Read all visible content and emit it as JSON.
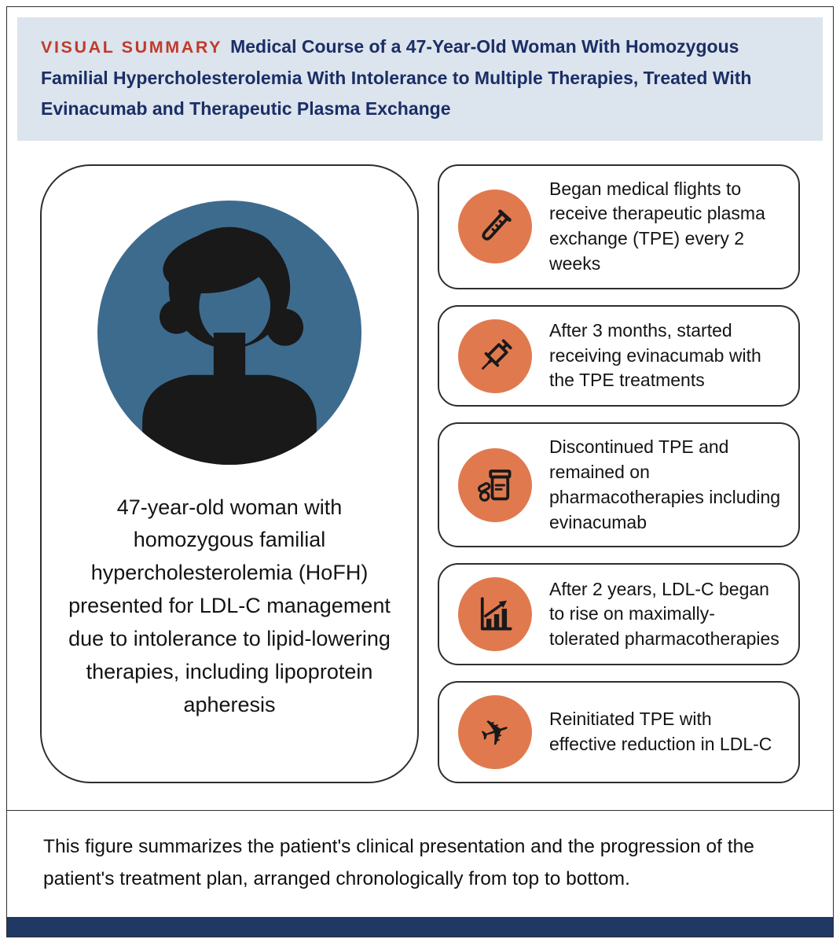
{
  "header": {
    "kicker": "VISUAL SUMMARY",
    "title": "Medical Course of a 47-Year-Old Woman With Homozygous Familial Hypercholesterolemia With Intolerance to Multiple Therapies, Treated With Evinacumab and Therapeutic Plasma Exchange"
  },
  "patient": {
    "description": "47-year-old woman with homozygous familial hypercholesterolemia (HoFH) presented for LDL-C management due to intolerance to lipid-lowering therapies, including lipoprotein apheresis"
  },
  "timeline": [
    {
      "icon": "test-tube-icon",
      "text": "Began medical flights to receive therapeutic plasma exchange (TPE) every 2 weeks"
    },
    {
      "icon": "syringe-icon",
      "text": "After 3 months, started receiving evinacumab with the TPE treatments"
    },
    {
      "icon": "pill-bottle-icon",
      "text": "Discontinued TPE and remained on pharmacotherapies including evinacumab"
    },
    {
      "icon": "chart-rise-icon",
      "text": "After 2 years, LDL-C began to rise on maximally-tolerated pharmacotherapies"
    },
    {
      "icon": "airplane-icon",
      "text": "Reinitiated TPE with effective reduction in LDL-C"
    }
  ],
  "caption": "This figure summarizes the patient's clinical presentation and the progression of the patient's treatment plan, arranged chronologically from top to bottom.",
  "colors": {
    "kicker_red": "#c03a2c",
    "title_navy": "#1b2e66",
    "header_bg": "#dce4ed",
    "accent_orange": "#e07a4e",
    "avatar_blue": "#3d6b8e",
    "footer_navy": "#1f3864"
  }
}
